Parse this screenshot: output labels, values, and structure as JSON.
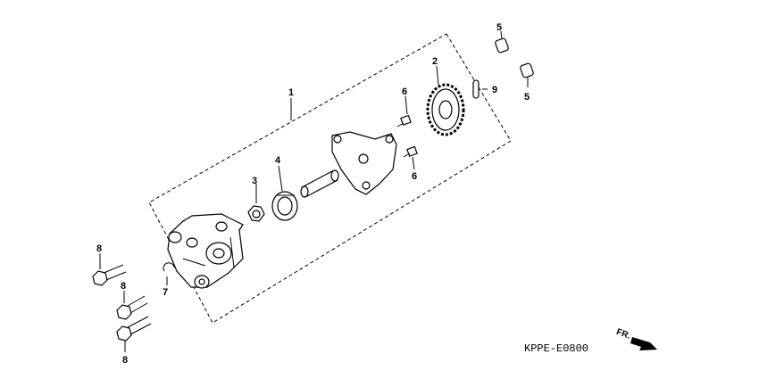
{
  "diagram": {
    "drawing_code": "KPPE-E0800",
    "front_marker": "FR.",
    "callouts": {
      "assembly": "1",
      "gear": "2",
      "collar": "3",
      "bearing": "4",
      "dowel_upper": "5",
      "dowel_lower": "5",
      "screw_upper": "6",
      "screw_lower": "6",
      "circlip": "7",
      "bolt_upper": "8",
      "bolt_middle": "8",
      "bolt_lower": "8",
      "pin": "9"
    }
  }
}
